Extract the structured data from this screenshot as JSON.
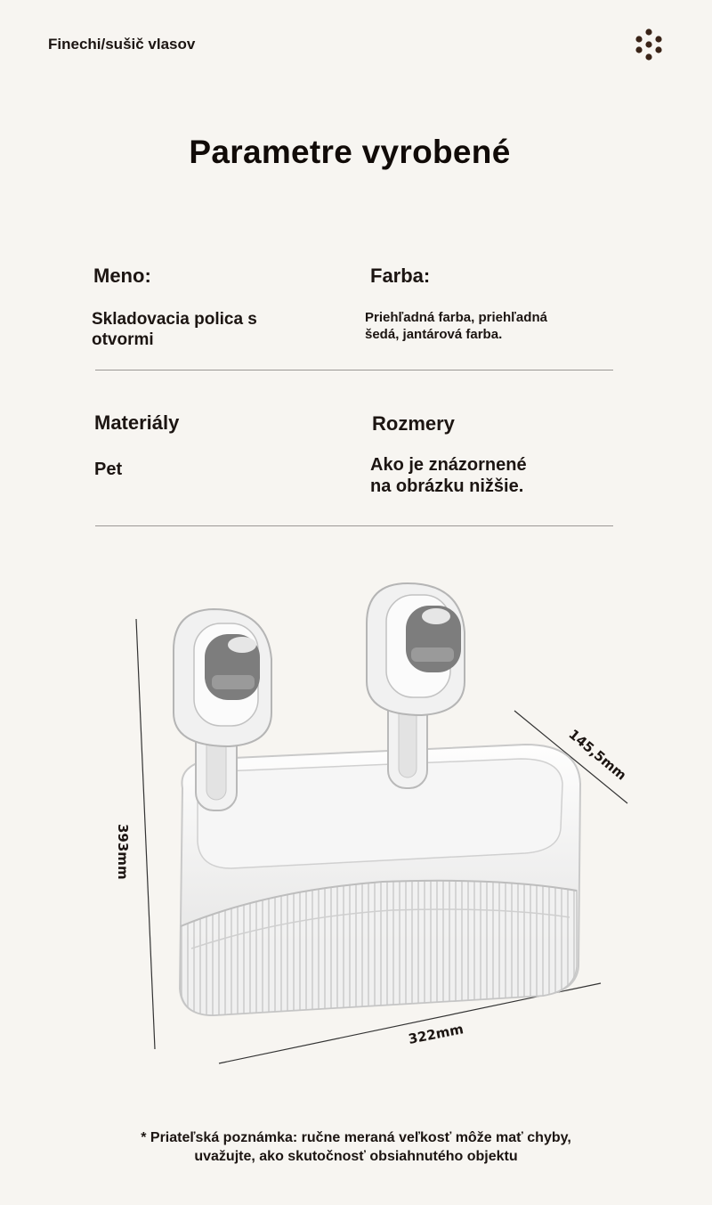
{
  "header": {
    "brand": "Finechi/sušič vlasov",
    "menu_icon": "dots-grid-icon"
  },
  "title": "Parametre vyrobené",
  "specs": {
    "name_label": "Meno:",
    "name_value_line1": "Skladovacia polica s",
    "name_value_line2": "otvormi",
    "color_label": "Farba:",
    "color_value_line1": "Priehľadná farba, priehľadná",
    "color_value_line2": "šedá, jantárová farba.",
    "material_label": "Materiály",
    "material_value": "Pet",
    "dims_label": "Rozmery",
    "dims_value_line1": "Ako je znázornené",
    "dims_value_line2": "na obrázku nižšie."
  },
  "dimensions": {
    "height": "393mm",
    "width": "322mm",
    "depth": "145,5mm"
  },
  "footnote": {
    "line1": "* Priateľská poznámka: ručne meraná veľkosť môže mať chyby,",
    "line2": "uvažujte, ako skutočnosť obsiahnutého objektu"
  },
  "colors": {
    "background": "#f7f5f1",
    "text": "#1c1512",
    "icon": "#3a2418"
  }
}
